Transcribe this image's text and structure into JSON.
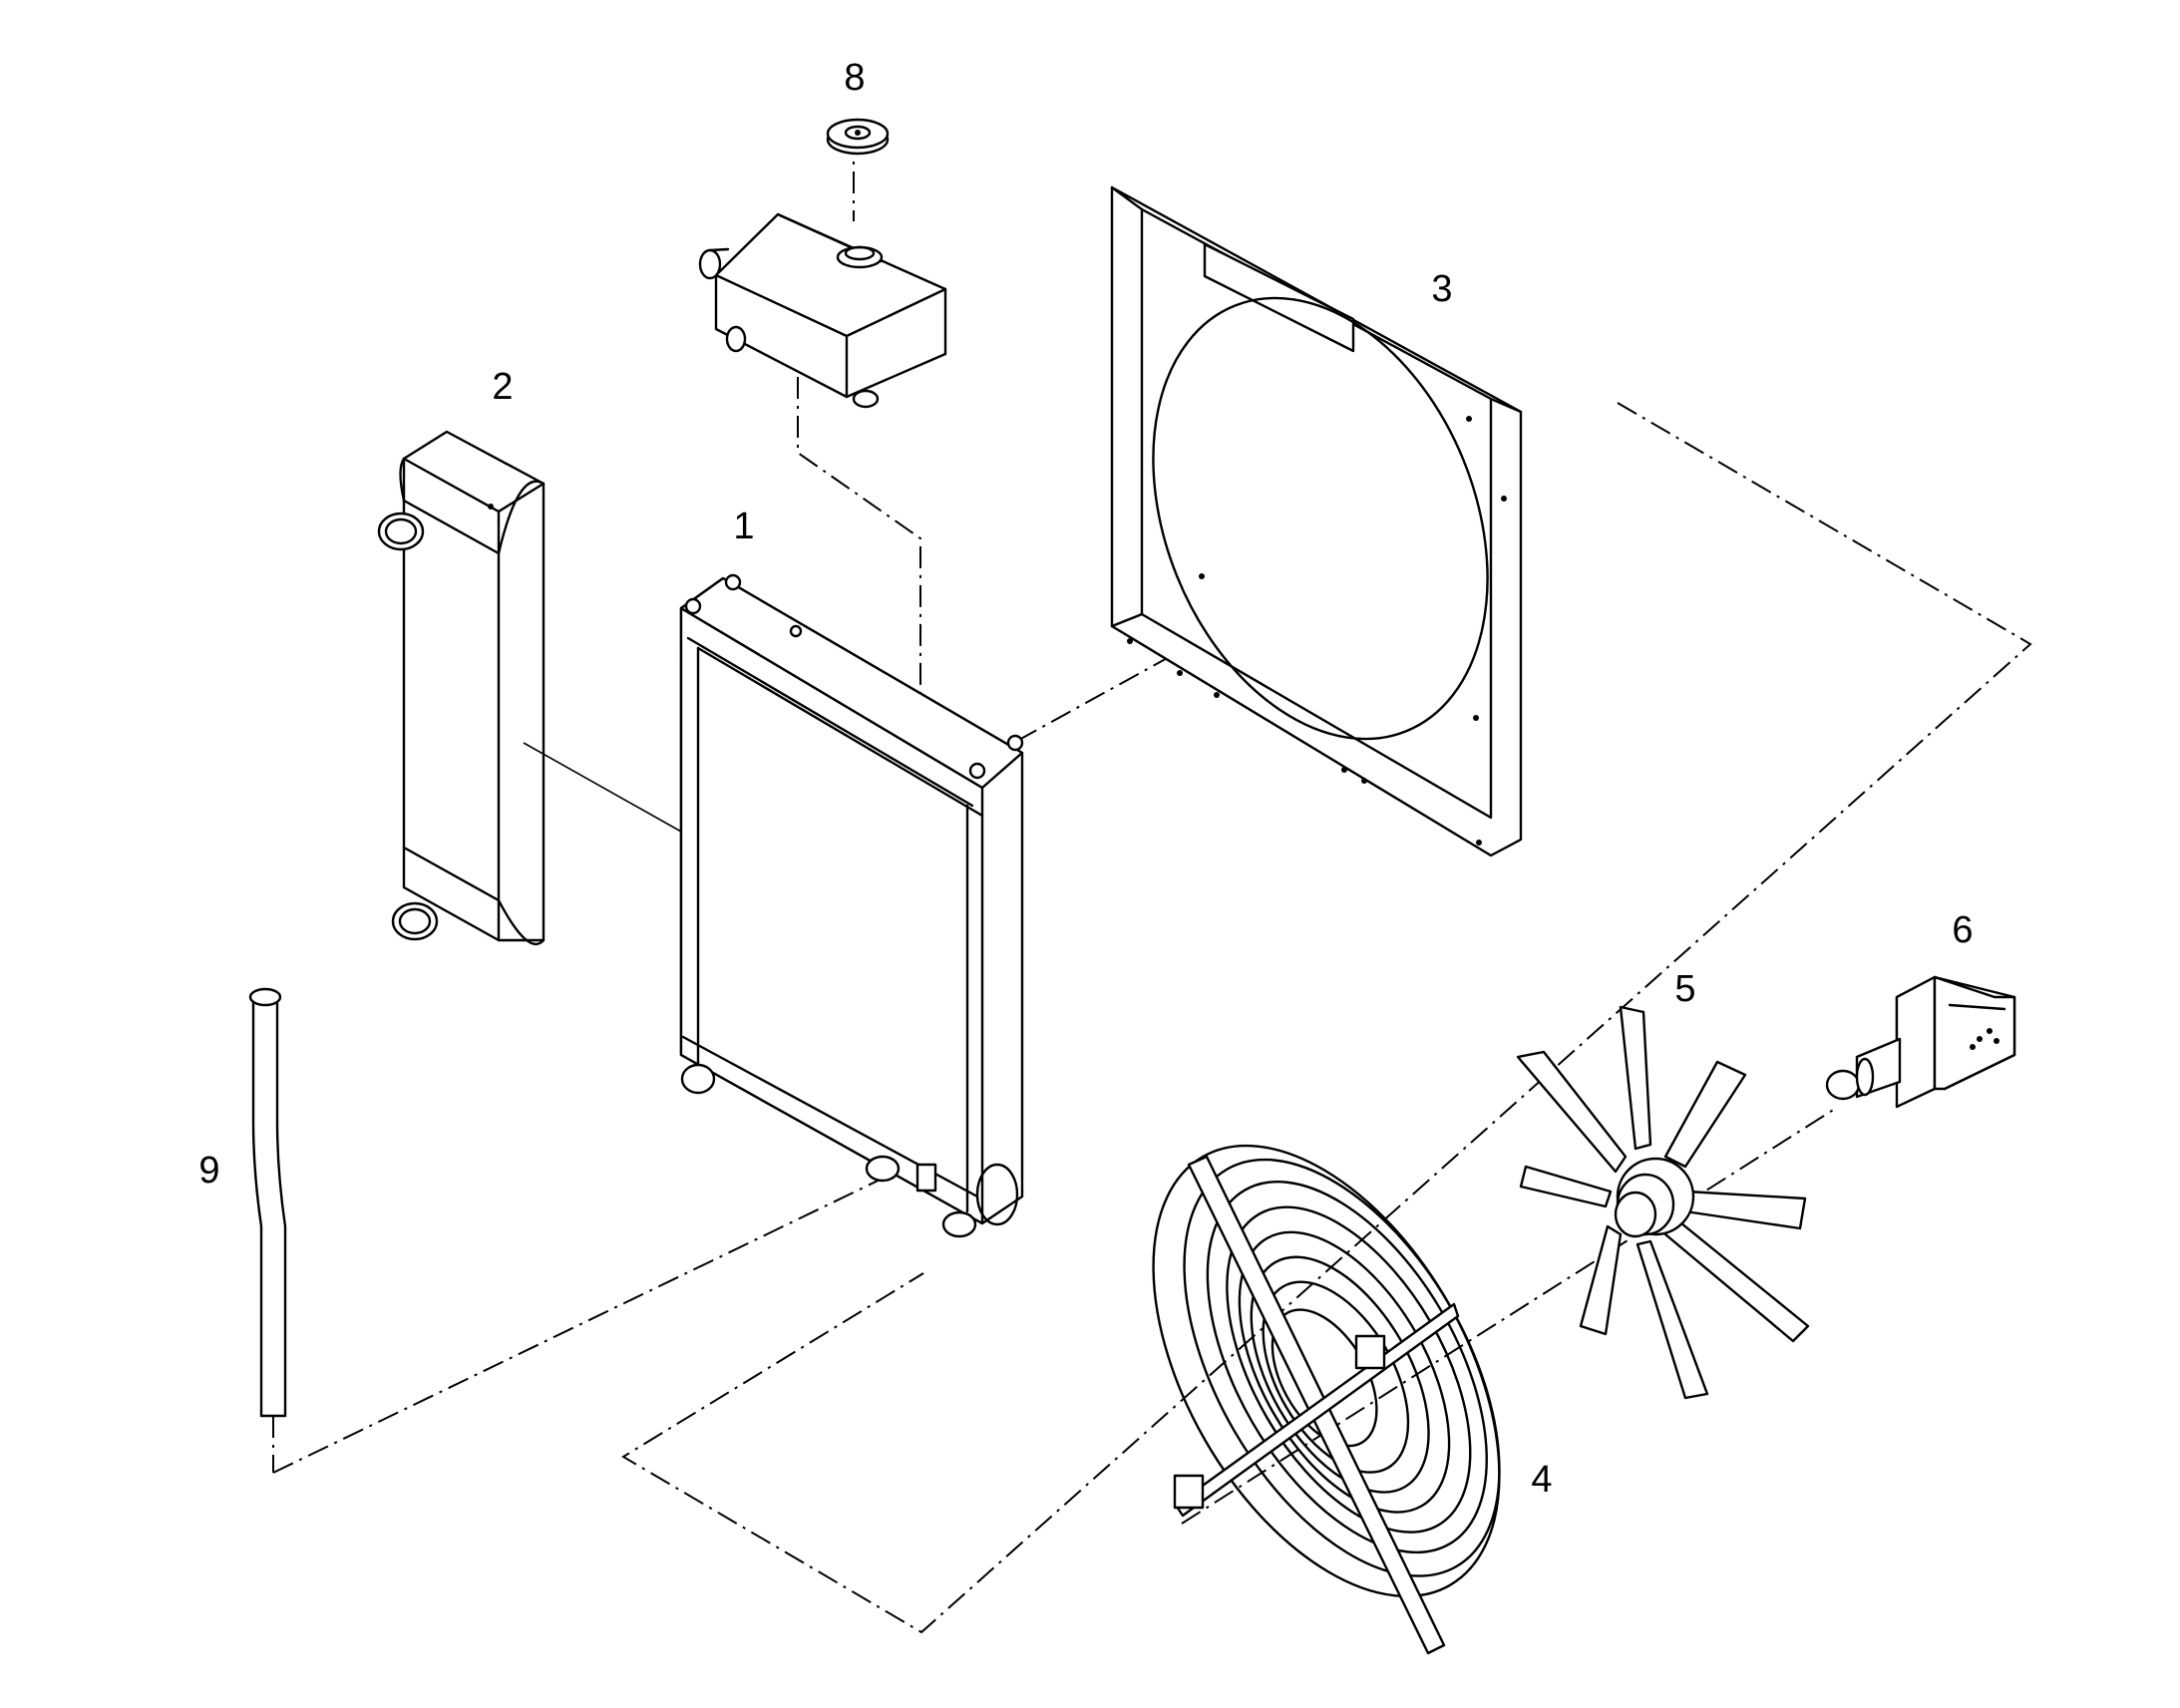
{
  "diagram": {
    "callouts": [
      {
        "id": "1",
        "label": "1"
      },
      {
        "id": "2",
        "label": "2"
      },
      {
        "id": "3",
        "label": "3"
      },
      {
        "id": "4",
        "label": "4"
      },
      {
        "id": "5",
        "label": "5"
      },
      {
        "id": "6",
        "label": "6"
      },
      {
        "id": "8",
        "label": "8"
      },
      {
        "id": "9",
        "label": "9"
      }
    ]
  }
}
